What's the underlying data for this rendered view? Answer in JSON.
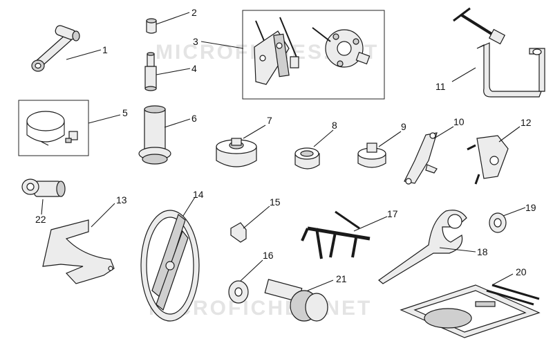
{
  "watermark": "MICROFICHES.NET",
  "callouts": [
    "1",
    "2",
    "3",
    "4",
    "5",
    "6",
    "7",
    "8",
    "9",
    "10",
    "11",
    "12",
    "13",
    "14",
    "15",
    "16",
    "17",
    "18",
    "19",
    "20",
    "21",
    "22"
  ]
}
